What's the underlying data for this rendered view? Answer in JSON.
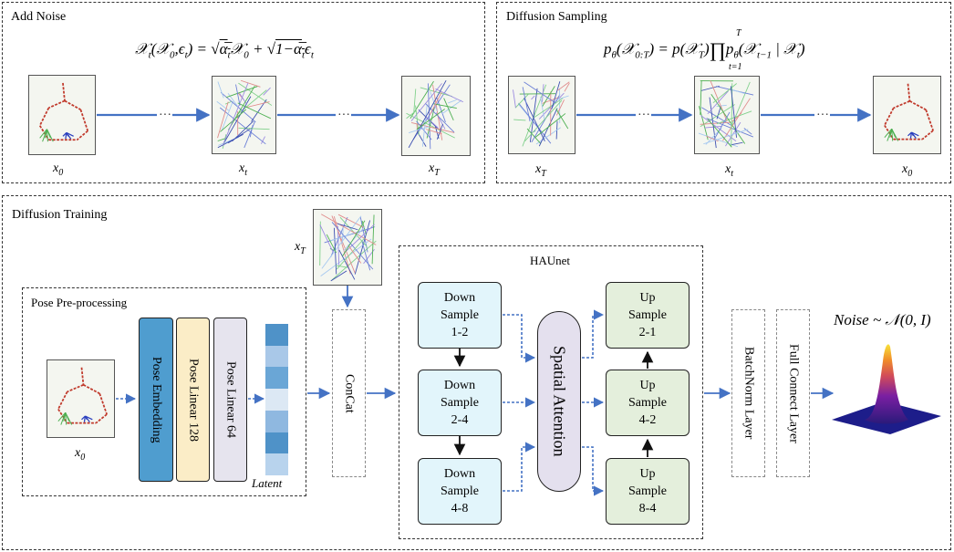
{
  "add_noise": {
    "title": "Add Noise",
    "formula": "𝒳ₜ(𝒳₀, ϵₜ) = √ᾱₜ 𝒳₀ + √(1 − ᾱₜ) ϵₜ",
    "labels": [
      "x0",
      "xt",
      "xT"
    ]
  },
  "diffusion_sampling": {
    "title": "Diffusion Sampling",
    "formula": "p_θ(𝒳₀:T) = p(𝒳T) ∏ p_θ(𝒳ₜ₋₁ | 𝒳ₜ)",
    "labels": [
      "xT",
      "xt",
      "x0"
    ]
  },
  "diffusion_training": {
    "title": "Diffusion Training",
    "xT_label": "xT",
    "pose_preprocessing": {
      "title": "Pose Pre-processing",
      "input_label": "x0",
      "pose_embedding": "Pose Embedding",
      "pose_linear_128": "Pose Linear 128",
      "pose_linear_64": "Pose Linear 64",
      "latent_label": "Latent"
    },
    "concat": "ConCat",
    "haunet": {
      "title": "HAUnet",
      "down_1": [
        "Down",
        "Sample",
        "1-2"
      ],
      "down_2": [
        "Down",
        "Sample",
        "2-4"
      ],
      "down_3": [
        "Down",
        "Sample",
        "4-8"
      ],
      "up_1": [
        "Up",
        "Sample",
        "2-1"
      ],
      "up_2": [
        "Up",
        "Sample",
        "4-2"
      ],
      "up_3": [
        "Up",
        "Sample",
        "8-4"
      ],
      "spatial_attention": "Spatial Attention"
    },
    "batchnorm": "BatchNorm Layer",
    "full_connect": "Full Connect Layer",
    "noise_label": "Noise ~ 𝒩(0, I)"
  },
  "colors": {
    "arrow_blue": "#4472c4",
    "pose_embedding": "#4f9dcf",
    "pose_linear_128": "#fbedc7",
    "pose_linear_64": "#e6e4ee",
    "down_sample": "#e2f5fb",
    "up_sample": "#e4efdc",
    "spatial_attention": "#e4e0ee",
    "skeleton_red": "#c0392b"
  }
}
